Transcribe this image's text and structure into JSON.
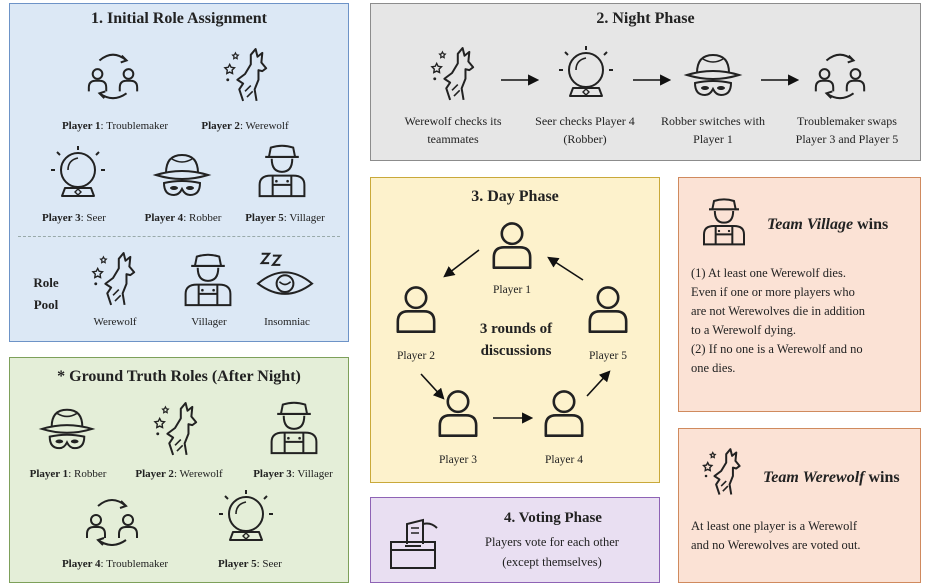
{
  "panel1": {
    "title": "1. Initial Role Assignment",
    "players": [
      {
        "name": "Player 1",
        "role": ": Troublemaker",
        "icon": "troublemaker-icon"
      },
      {
        "name": "Player 2",
        "role": ": Werewolf",
        "icon": "werewolf-icon"
      },
      {
        "name": "Player 3",
        "role": ": Seer",
        "icon": "seer-icon"
      },
      {
        "name": "Player 4",
        "role": ": Robber",
        "icon": "robber-icon"
      },
      {
        "name": "Player 5",
        "role": ": Villager",
        "icon": "villager-icon"
      }
    ],
    "role_pool_label_1": "Role",
    "role_pool_label_2": "Pool",
    "pool": [
      "Werewolf",
      "Villager",
      "Insomniac"
    ]
  },
  "panel2": {
    "title": "2. Night Phase",
    "steps": [
      {
        "line1": "Werewolf checks its",
        "line2": "teammates"
      },
      {
        "line1": "Seer checks Player 4",
        "line2": "(Robber)"
      },
      {
        "line1": "Robber switches with",
        "line2": "Player 1"
      },
      {
        "line1": "Troublemaker swaps",
        "line2": "Player 3 and Player 5"
      }
    ]
  },
  "panel3": {
    "title": "3. Day Phase",
    "players": [
      "Player 1",
      "Player 2",
      "Player 3",
      "Player 4",
      "Player 5"
    ],
    "center_line1": "3 rounds of",
    "center_line2": "discussions"
  },
  "panel4": {
    "title": "4. Voting Phase",
    "line1": "Players vote for each other",
    "line2": "(except themselves)"
  },
  "ground_truth": {
    "title": "* Ground Truth Roles (After Night)",
    "players": [
      {
        "name": "Player 1",
        "role": ": Robber"
      },
      {
        "name": "Player 2",
        "role": ": Werewolf"
      },
      {
        "name": "Player 3",
        "role": ": Villager"
      },
      {
        "name": "Player 4",
        "role": ": Troublemaker"
      },
      {
        "name": "Player 5",
        "role": ": Seer"
      }
    ]
  },
  "team_village": {
    "title_italic": "Team Village",
    "title_suffix": " wins",
    "rule1_line1": "(1) At least one Werewolf dies.",
    "rule1_line2": "Even if one or more players who",
    "rule1_line3": "are not Werewolves die in addition",
    "rule1_line4": "to a Werewolf dying.",
    "rule2_line1": "(2) If no one is a Werewolf and no",
    "rule2_line2": "one dies."
  },
  "team_werewolf": {
    "title_italic": "Team Werewolf",
    "title_suffix": " wins",
    "line1": "At least one player is a Werewolf",
    "line2": "and no Werewolves are voted out."
  },
  "colors": {
    "panel1_bg": "#dce8f5",
    "panel1_border": "#6d93c7",
    "panel2_bg": "#e6e6e6",
    "panel2_border": "#8c8c8c",
    "panel3_bg": "#fdf2cc",
    "panel3_border": "#c9a93a",
    "panel4_bg": "#e9dff2",
    "panel4_border": "#8e63b5",
    "gt_bg": "#e4eed8",
    "gt_border": "#7da05a",
    "team_bg": "#fbe2d5",
    "team_border": "#d08a5e"
  }
}
